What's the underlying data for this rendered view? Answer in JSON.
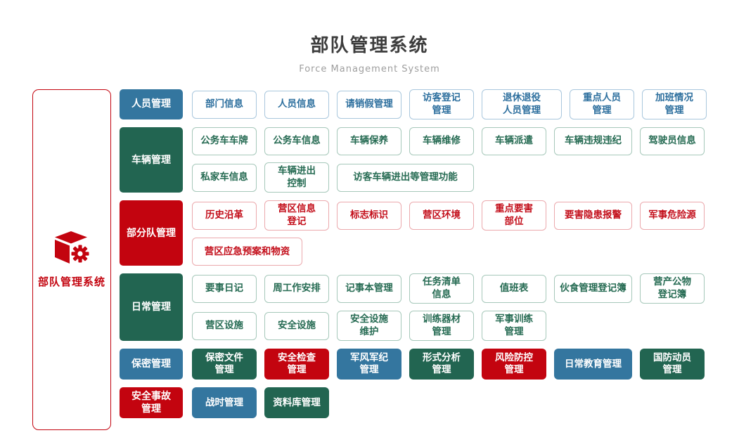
{
  "title": {
    "main": "部队管理系统",
    "subtitle": "Force Management System"
  },
  "root": {
    "label": "部队管理系统",
    "icon": "cube-gear-icon"
  },
  "colors": {
    "blue": "#34769f",
    "green": "#226551",
    "red": "#c3040f"
  },
  "sections": {
    "personnel": {
      "category": "人员管理",
      "items": [
        "部门信息",
        "人员信息",
        "请销假管理",
        "访客登记\n管理",
        "退休退役\n人员管理",
        "重点人员\n管理",
        "加班情况\n管理"
      ]
    },
    "vehicle": {
      "category": "车辆管理",
      "row1": [
        "公务车车牌",
        "公务车信息",
        "车辆保养",
        "车辆维修",
        "车辆派遣",
        "车辆违规违纪",
        "驾驶员信息"
      ],
      "row2": [
        "私家车信息",
        "车辆进出\n控制",
        "访客车辆进出等管理功能"
      ]
    },
    "unit": {
      "category": "部分队管理",
      "row1": [
        "历史沿革",
        "营区信息\n登记",
        "标志标识",
        "营区环境",
        "重点要害\n部位",
        "要害隐患报警",
        "军事危险源"
      ],
      "row2": [
        "营区应急预案和物资"
      ]
    },
    "daily": {
      "category": "日常管理",
      "row1": [
        "要事日记",
        "周工作安排",
        "记事本管理",
        "任务清单\n信息",
        "值班表",
        "伙食管理登记簿",
        "营产公物\n登记簿"
      ],
      "row2": [
        "营区设施",
        "安全设施",
        "安全设施\n维护",
        "训练器材\n管理",
        "军事训练\n管理"
      ]
    },
    "secrecy": {
      "category": "保密管理",
      "items": [
        "保密文件\n管理",
        "安全检查\n管理",
        "军风军纪\n管理",
        "形式分析\n管理",
        "风险防控\n管理",
        "日常教育管理",
        "国防动员\n管理"
      ]
    },
    "accident": {
      "category": "安全事故\n管理",
      "items": [
        "战时管理",
        "资料库管理"
      ]
    }
  }
}
